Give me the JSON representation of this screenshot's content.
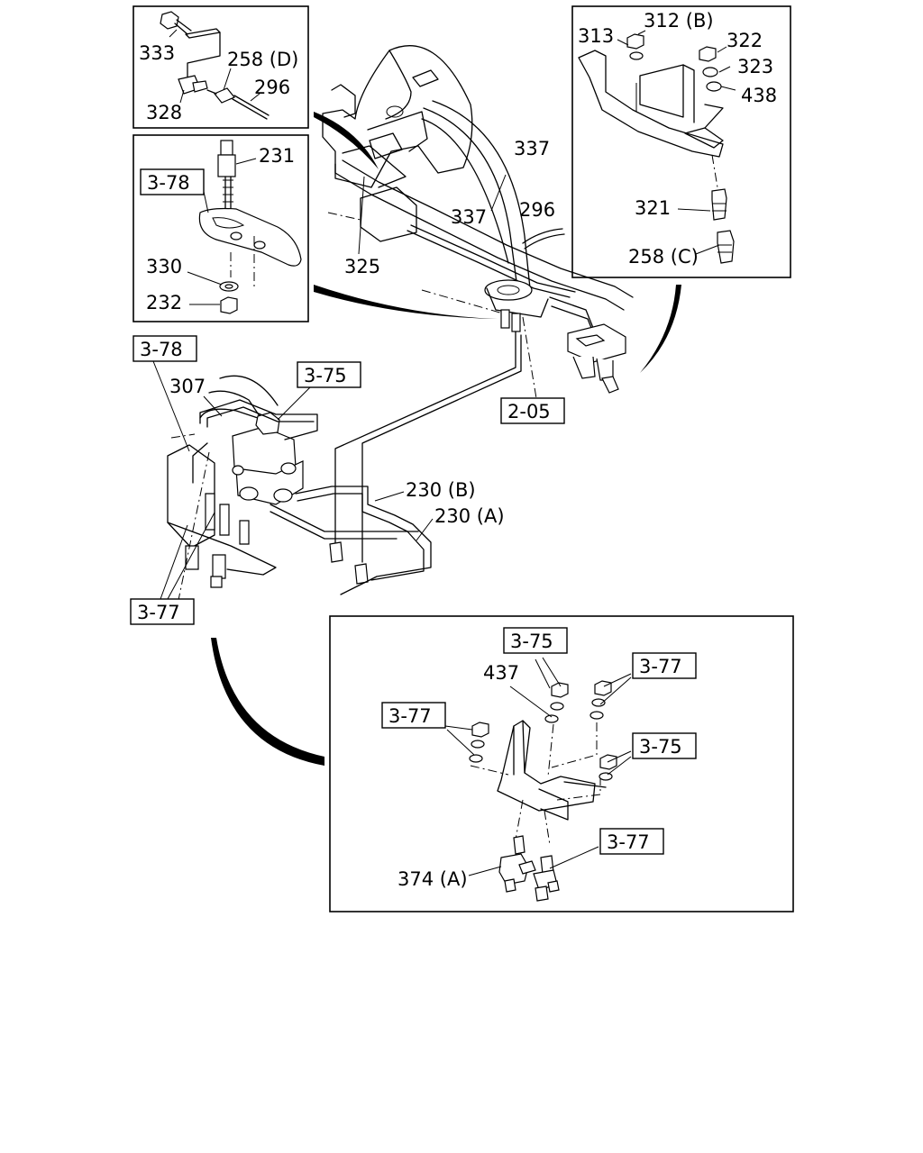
{
  "diagram": {
    "labels": {
      "p333": "333",
      "p258d": "258 (D)",
      "p296a": "296",
      "p328": "328",
      "p231": "231",
      "p330": "330",
      "p232": "232",
      "p313": "313",
      "p312b": "312 (B)",
      "p322": "322",
      "p323": "323",
      "p438": "438",
      "p321": "321",
      "p258c": "258 (C)",
      "p337a": "337",
      "p337b": "337",
      "p296b": "296",
      "p325": "325",
      "p307": "307",
      "p230b": "230 (B)",
      "p230a": "230 (A)",
      "p437": "437",
      "p374a": "374 (A)"
    },
    "refs": {
      "r378a": "3-78",
      "r378b": "3-78",
      "r375a": "3-75",
      "r205": "2-05",
      "r377a": "3-77",
      "r375b": "3-75",
      "r377b": "3-77",
      "r377c": "3-77",
      "r375c": "3-75",
      "r377d": "3-77"
    }
  }
}
